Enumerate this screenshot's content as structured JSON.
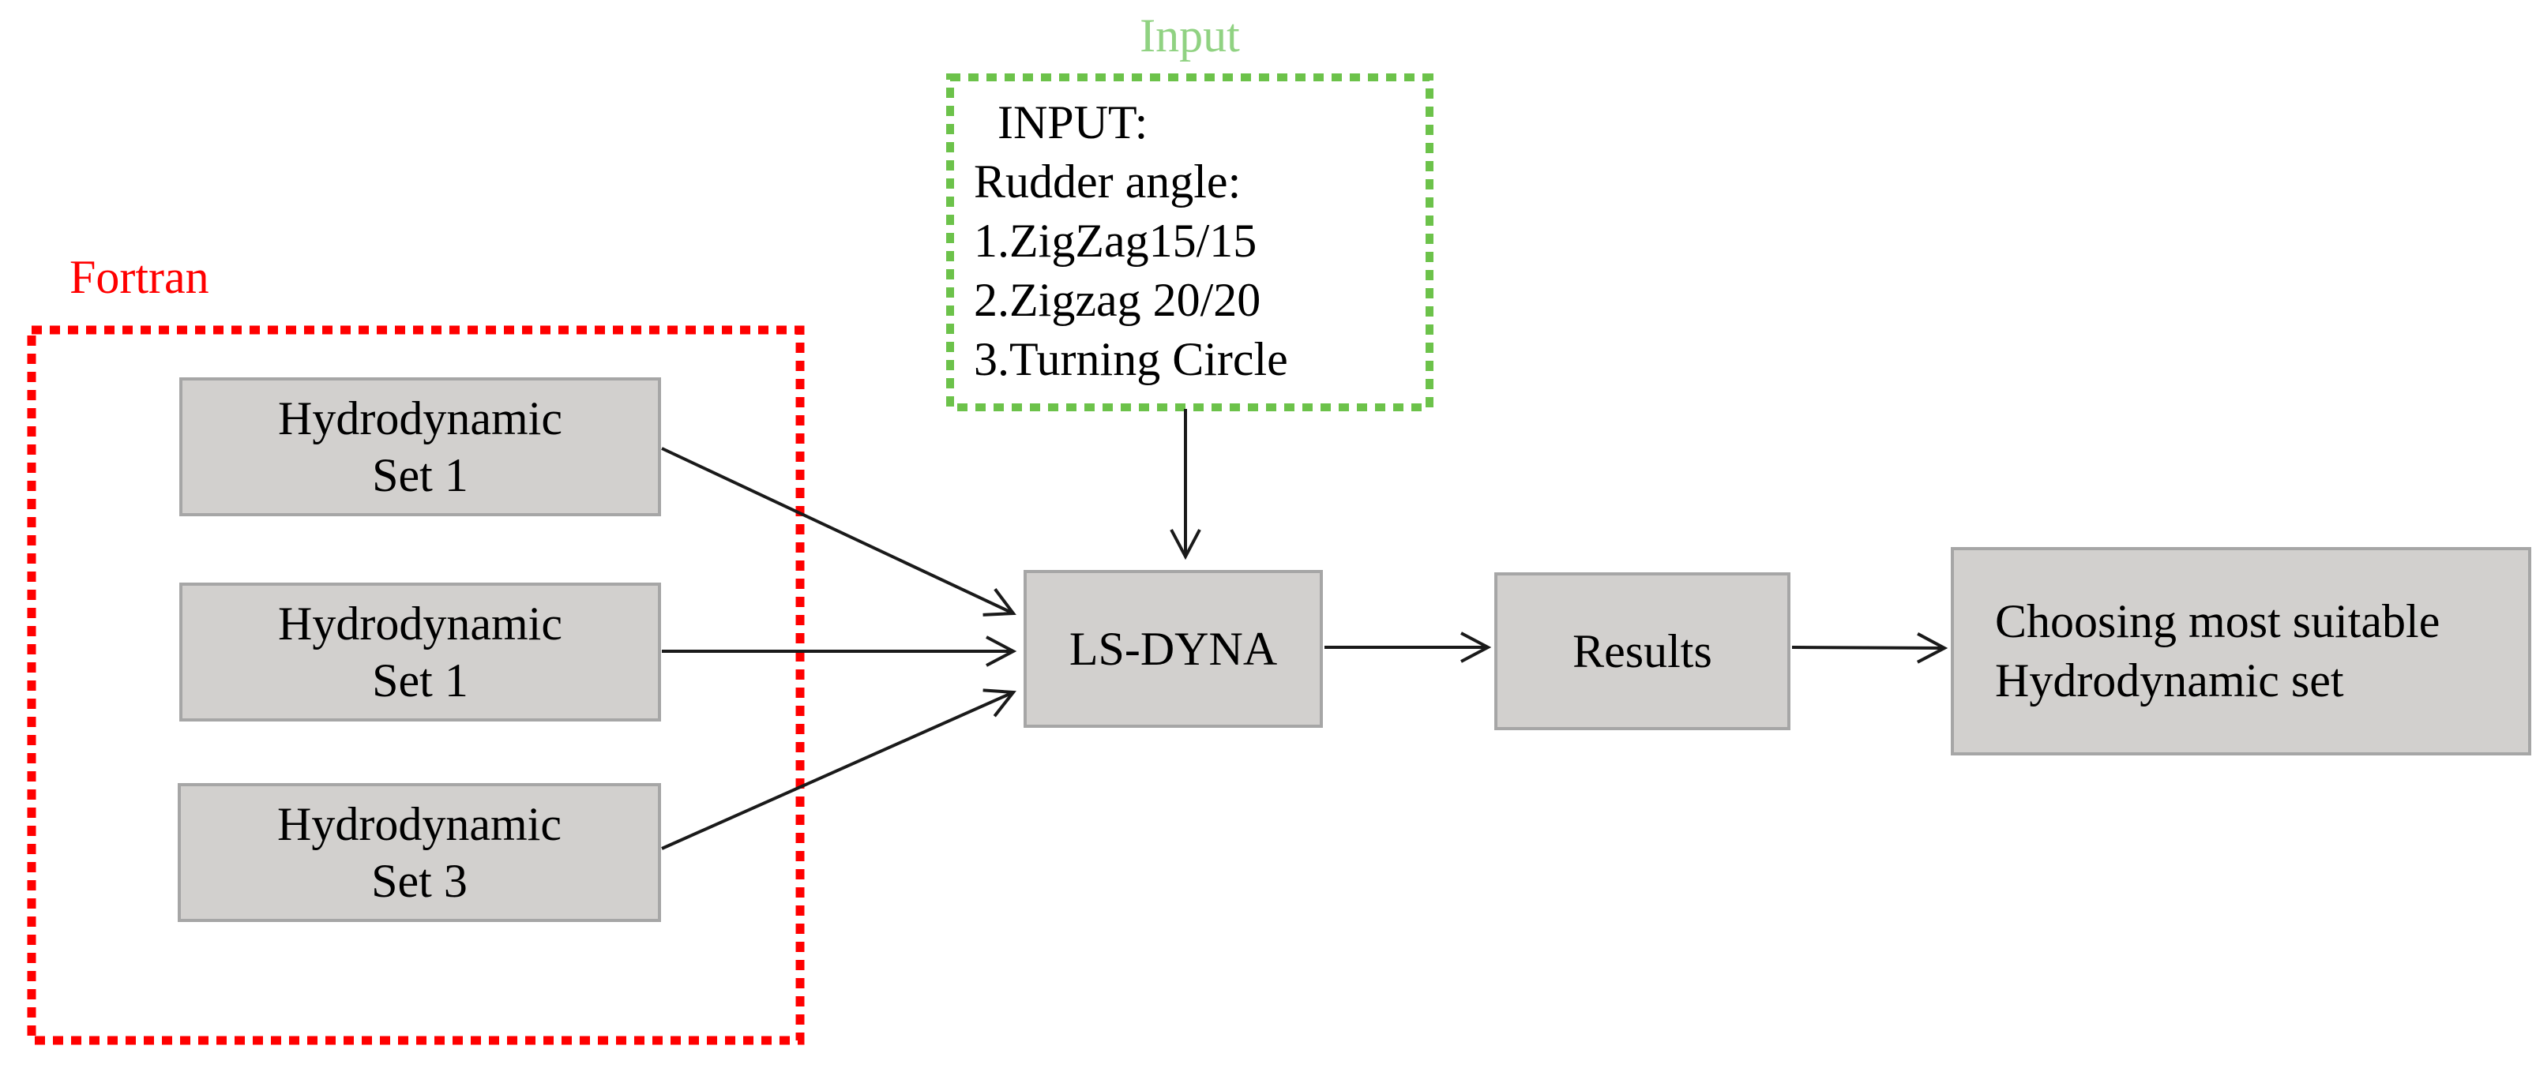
{
  "colors": {
    "red": "#ff0000",
    "green_border": "#6cc24a",
    "green_label": "#90d282",
    "arrow": "#1a1a1a"
  },
  "fortran_group": {
    "label": "Fortran",
    "boxes": [
      {
        "label": "Hydrodynamic\nSet 1"
      },
      {
        "label": "Hydrodynamic\nSet 1"
      },
      {
        "label": "Hydrodynamic\nSet 3"
      }
    ]
  },
  "input_group": {
    "label": "Input",
    "lines": [
      "  INPUT:",
      "Rudder angle:",
      "1.ZigZag15/15",
      "2.Zigzag 20/20",
      "3.Turning Circle"
    ]
  },
  "nodes": {
    "lsdyna": {
      "label": "LS-DYNA"
    },
    "results": {
      "label": "Results"
    },
    "choosing": {
      "label": "Choosing most suitable\nHydrodynamic set"
    }
  }
}
